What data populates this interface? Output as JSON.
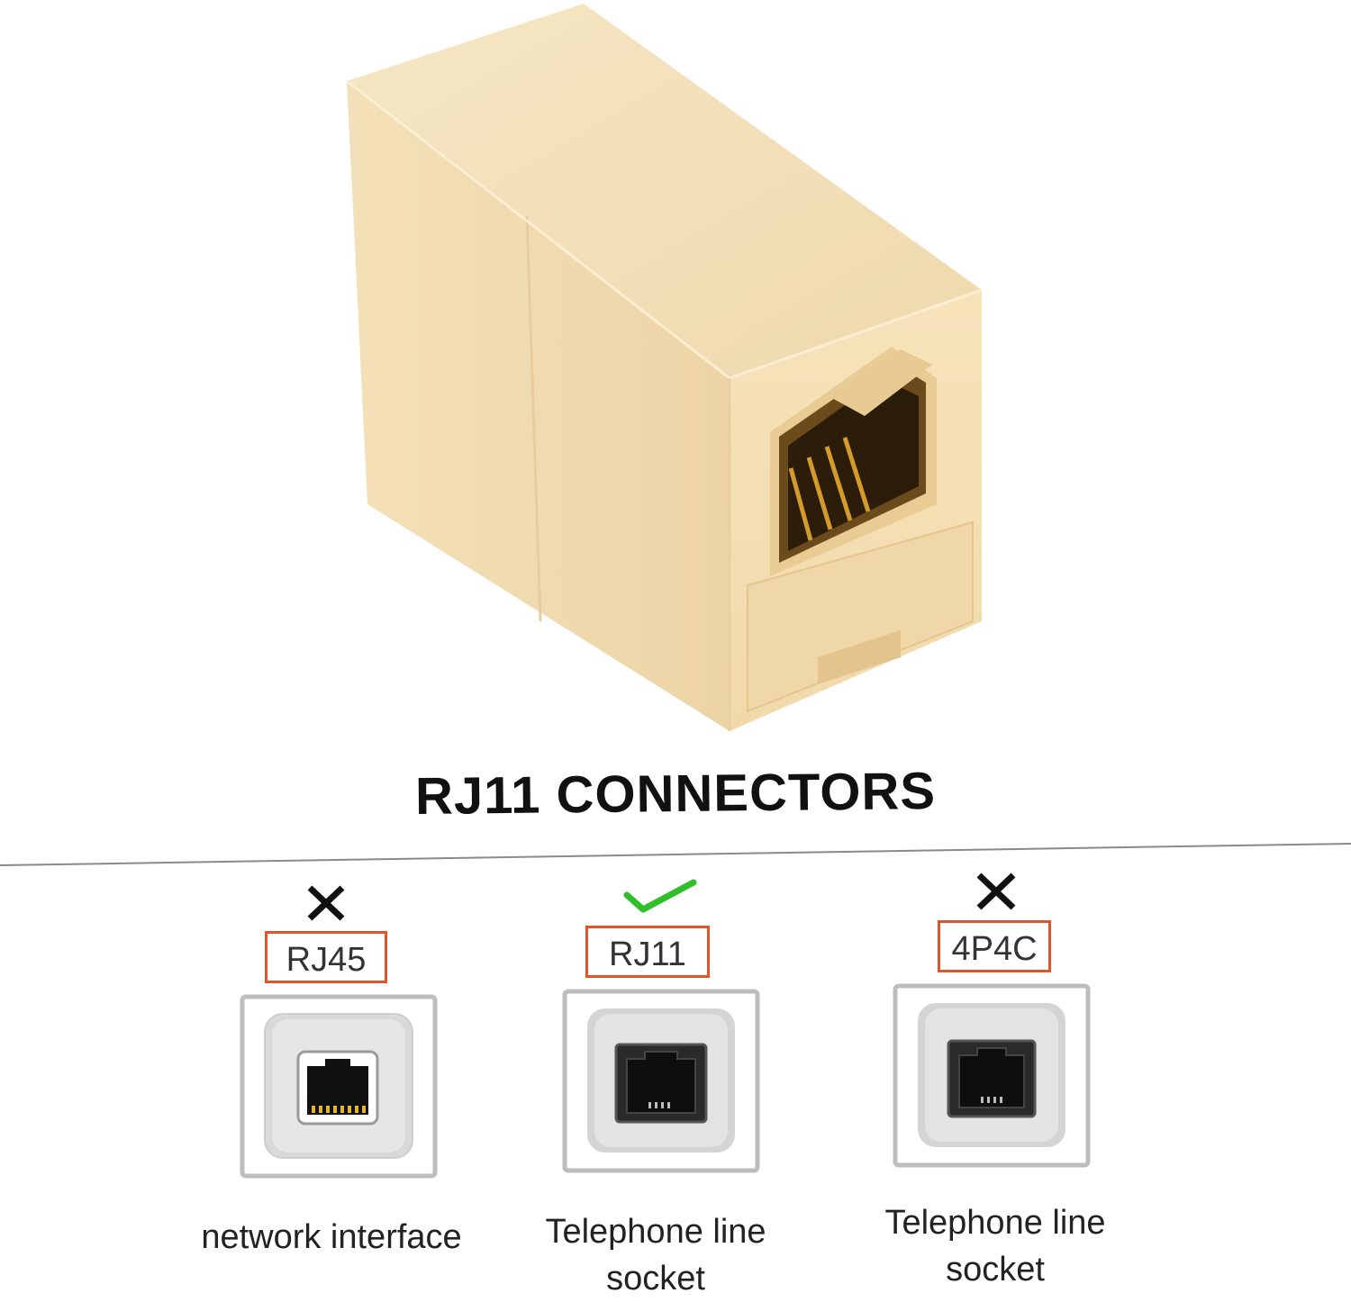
{
  "headline": "RJ11 CONNECTORS",
  "accent_color": "#e4542a",
  "check_color": "#2fbf2a",
  "product_color": "#f3dcb0",
  "options": [
    {
      "label": "RJ45",
      "status_icon": "cross-icon",
      "caption_lines": [
        "network interface"
      ]
    },
    {
      "label": "RJ11",
      "status_icon": "check-icon",
      "caption_lines": [
        "Telephone line",
        "socket"
      ]
    },
    {
      "label": "4P4C",
      "status_icon": "cross-icon",
      "caption_lines": [
        "Telephone line",
        "socket"
      ]
    }
  ]
}
